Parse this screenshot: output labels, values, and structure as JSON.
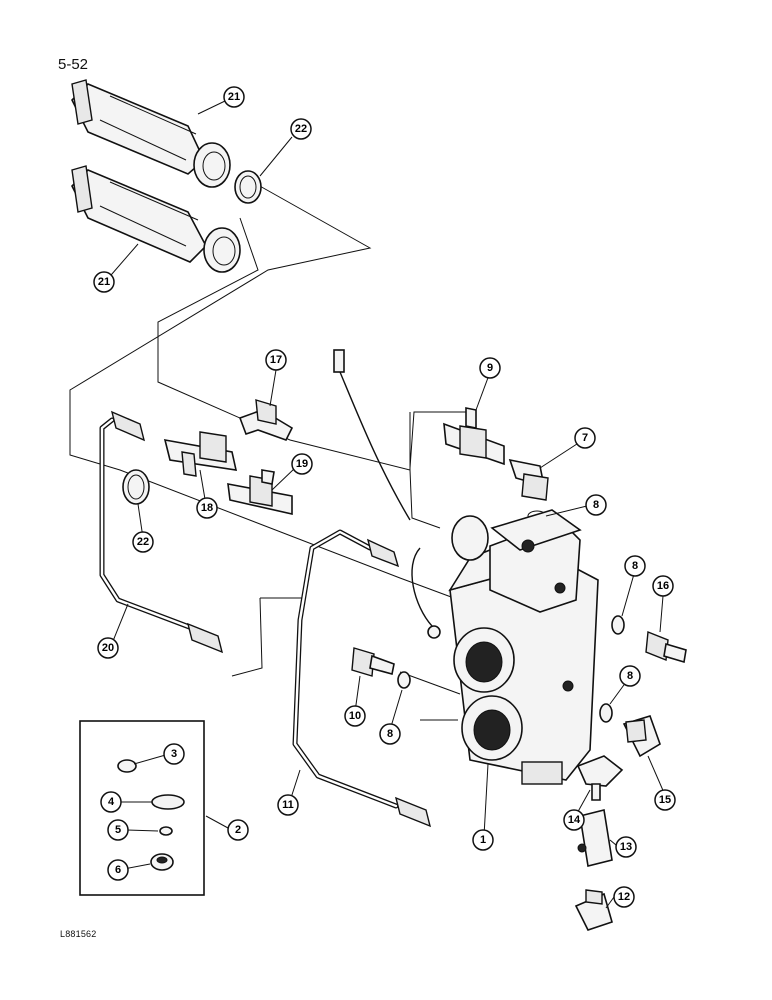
{
  "page_number": "5-52",
  "figure_code": "L881562",
  "callouts": [
    "1",
    "2",
    "3",
    "4",
    "5",
    "6",
    "7",
    "8",
    "9",
    "10",
    "11",
    "12",
    "13",
    "14",
    "15",
    "16",
    "17",
    "18",
    "19",
    "20",
    "21",
    "22"
  ]
}
